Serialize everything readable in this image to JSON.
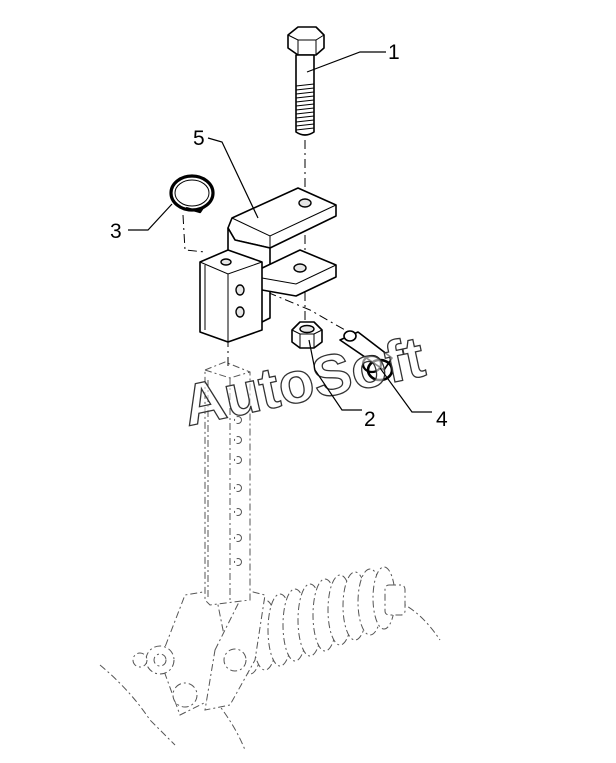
{
  "callouts": [
    {
      "id": "1",
      "label": "1"
    },
    {
      "id": "2",
      "label": "2"
    },
    {
      "id": "3",
      "label": "3"
    },
    {
      "id": "4",
      "label": "4"
    },
    {
      "id": "5",
      "label": "5"
    }
  ],
  "watermark": "AutoSoft"
}
